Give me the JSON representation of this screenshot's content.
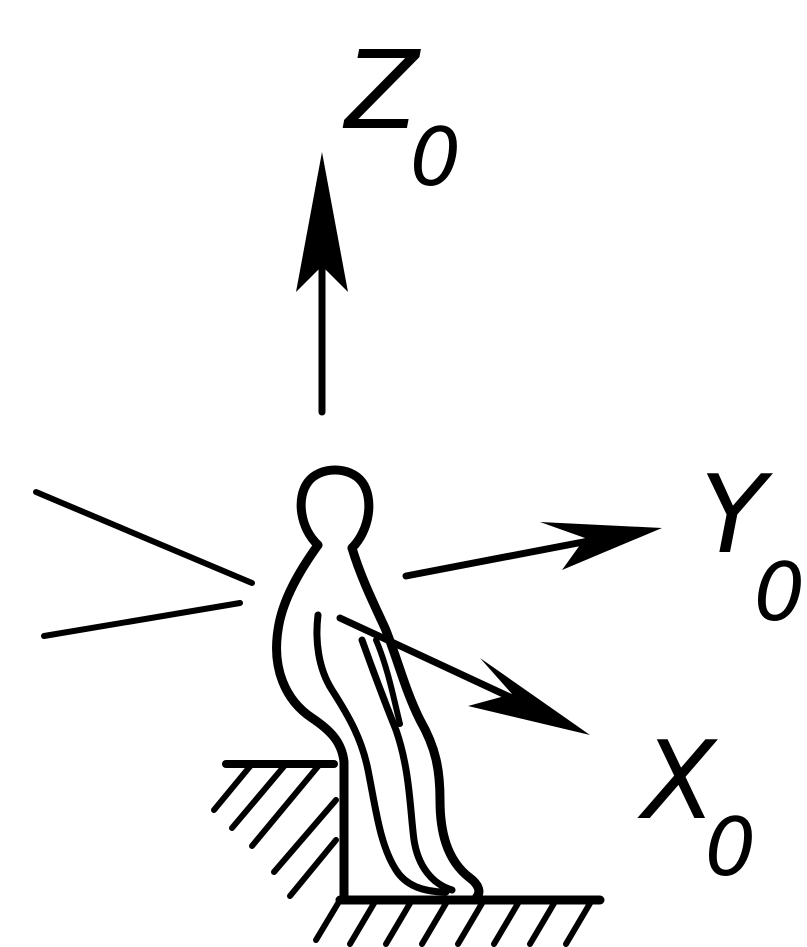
{
  "axes": {
    "z": {
      "letter": "Z",
      "subscript": "0"
    },
    "y": {
      "letter": "Y",
      "subscript": "0"
    },
    "x": {
      "letter": "X",
      "subscript": "0"
    }
  },
  "colors": {
    "ink": "#000000",
    "background": "#ffffff"
  }
}
